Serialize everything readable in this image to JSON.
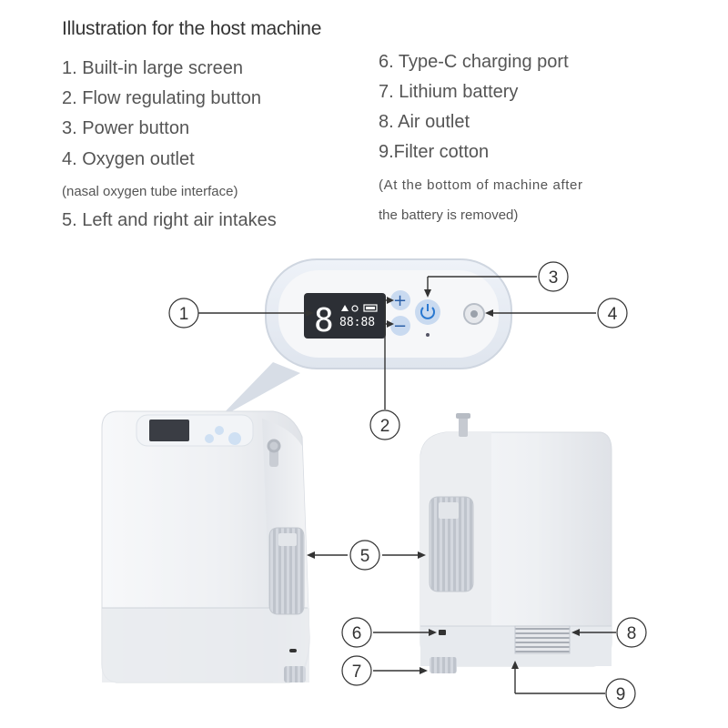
{
  "title": "Illustration for the host machine",
  "left_list": [
    "1. Built-in large screen",
    "2. Flow regulating button",
    "3. Power button",
    "4. Oxygen outlet",
    "(nasal oxygen tube interface)",
    "5. Left and right air intakes"
  ],
  "right_list": [
    "6. Type-C charging port",
    "7. Lithium battery",
    "8. Air outlet",
    "9.Filter cotton",
    "(At the bottom of machine after",
    "the battery is removed)"
  ],
  "callouts": [
    "1",
    "2",
    "3",
    "4",
    "5",
    "6",
    "7",
    "8",
    "9"
  ],
  "screen": {
    "big_digit": "8",
    "small_digits": "88:88",
    "plus": "+",
    "minus": "−"
  }
}
